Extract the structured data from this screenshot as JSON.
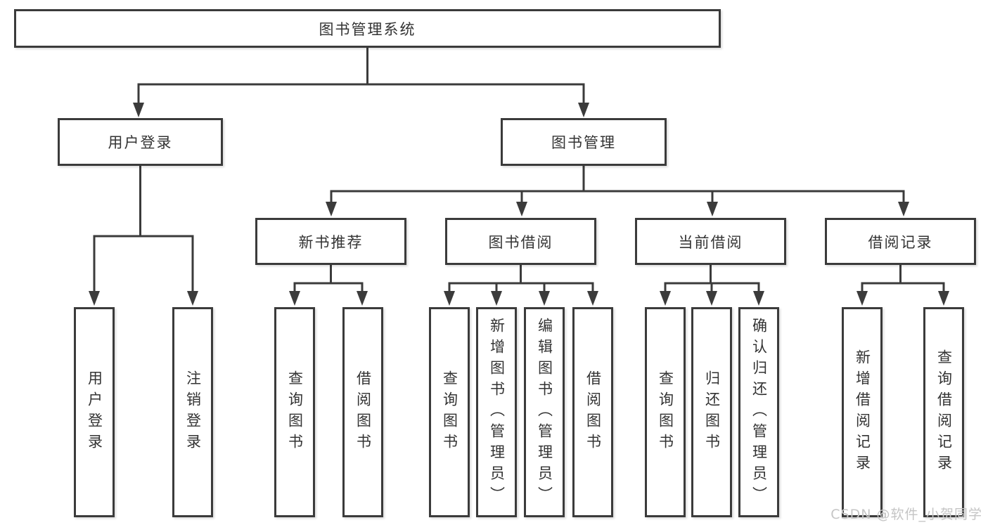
{
  "colors": {
    "line": "#3b3b3b",
    "border": "#3b3b3b",
    "text": "#333333",
    "watermark_color": "#c5c5c5",
    "background": "#ffffff"
  },
  "watermark": "CSDN @软件_小贺同学",
  "tree": {
    "root": {
      "label": "图书管理系统"
    },
    "children": [
      {
        "label": "用户登录",
        "children": [
          {
            "label": "用户登录"
          },
          {
            "label": "注销登录"
          }
        ]
      },
      {
        "label": "图书管理",
        "children": [
          {
            "label": "新书推荐",
            "children": [
              {
                "label": "查询图书"
              },
              {
                "label": "借阅图书"
              }
            ]
          },
          {
            "label": "图书借阅",
            "children": [
              {
                "label": "查询图书"
              },
              {
                "label": "新增图书（管理员）"
              },
              {
                "label": "编辑图书（管理员）"
              },
              {
                "label": "借阅图书"
              }
            ]
          },
          {
            "label": "当前借阅",
            "children": [
              {
                "label": "查询图书"
              },
              {
                "label": "归还图书"
              },
              {
                "label": "确认归还（管理员）"
              }
            ]
          },
          {
            "label": "借阅记录",
            "children": [
              {
                "label": "新增借阅记录"
              },
              {
                "label": "查询借阅记录"
              }
            ]
          }
        ]
      }
    ]
  }
}
